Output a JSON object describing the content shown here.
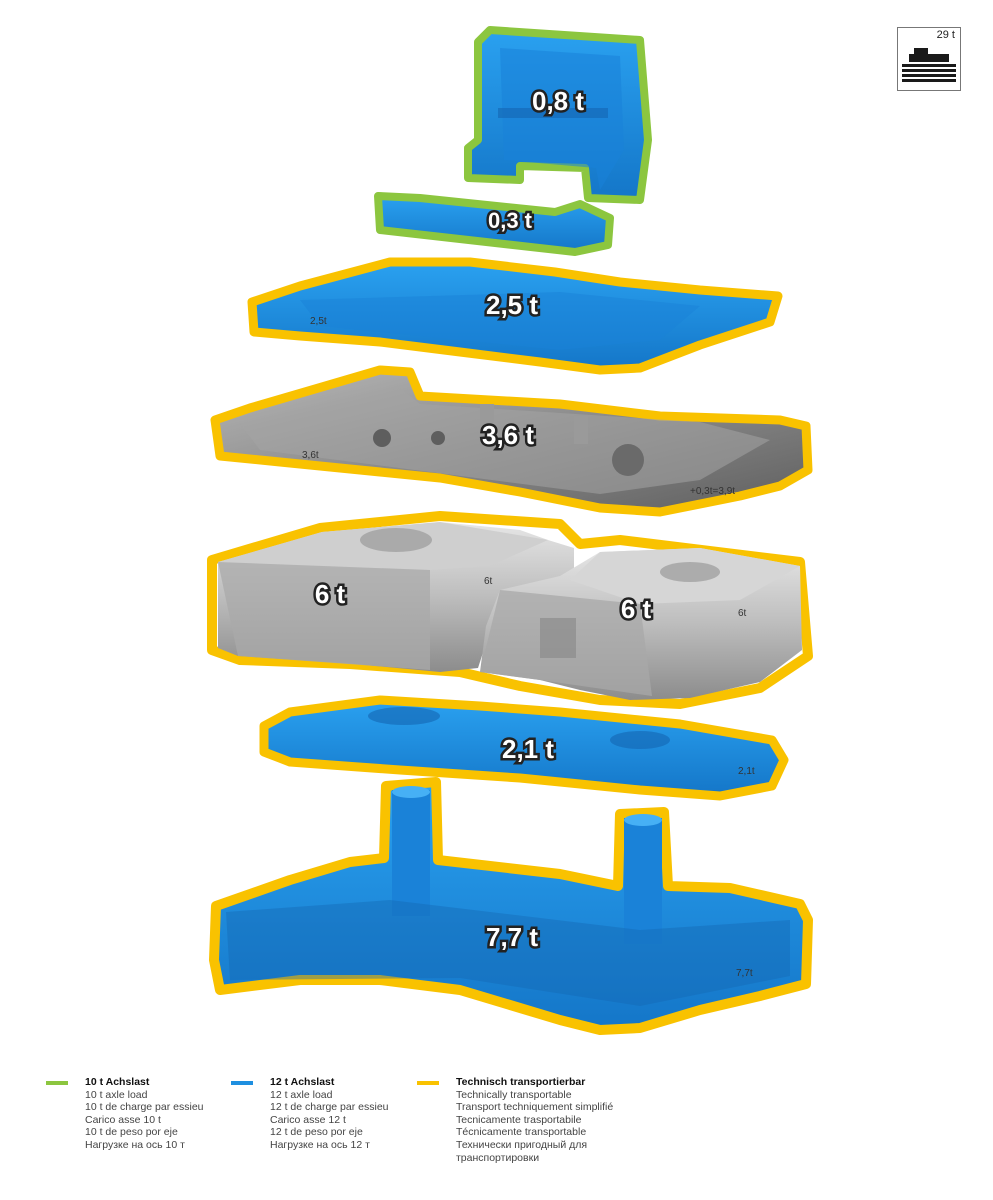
{
  "badge": {
    "total": "29 t",
    "icon": "truck-load-icon"
  },
  "colors": {
    "green": "#8cc63f",
    "blue": "#1e8fe0",
    "yellow": "#f9c200",
    "gray": "#8a8a8a"
  },
  "parts": [
    {
      "weight": "0,8 t",
      "outline": "green"
    },
    {
      "weight": "0,3 t",
      "outline": "green"
    },
    {
      "weight": "2,5 t",
      "outline": "yellow",
      "stamp": "2,5t"
    },
    {
      "weight": "3,6 t",
      "outline": "yellow",
      "stamp": "3,6t",
      "stamp2": "+0,3t=3,9t"
    },
    {
      "weight": "6 t",
      "outline": "yellow",
      "stamp": "6t"
    },
    {
      "weight": "6 t",
      "outline": "yellow",
      "stamp": "6t"
    },
    {
      "weight": "2,1 t",
      "outline": "yellow",
      "stamp": "2,1t"
    },
    {
      "weight": "7,7 t",
      "outline": "yellow",
      "stamp": "7,7t"
    }
  ],
  "legend": [
    {
      "title": "10 t Achslast",
      "color": "green",
      "lines": [
        "10 t axle load",
        "10 t de charge par essieu",
        "Carico asse 10 t",
        "10 t de peso por eje",
        "Нагрузке на ось 10 т"
      ]
    },
    {
      "title": "12 t Achslast",
      "color": "blue",
      "lines": [
        "12 t axle load",
        "12 t de charge par essieu",
        "Carico asse 12 t",
        "12 t de peso por eje",
        "Нагрузке на ось 12 т"
      ]
    },
    {
      "title": "Technisch transportierbar",
      "color": "yellow",
      "lines": [
        "Technically transportable",
        "Transport techniquement simplifié",
        "Tecnicamente trasportabile",
        "Técnicamente transportable",
        "Технически пригодный для",
        "транспортировки"
      ]
    }
  ]
}
